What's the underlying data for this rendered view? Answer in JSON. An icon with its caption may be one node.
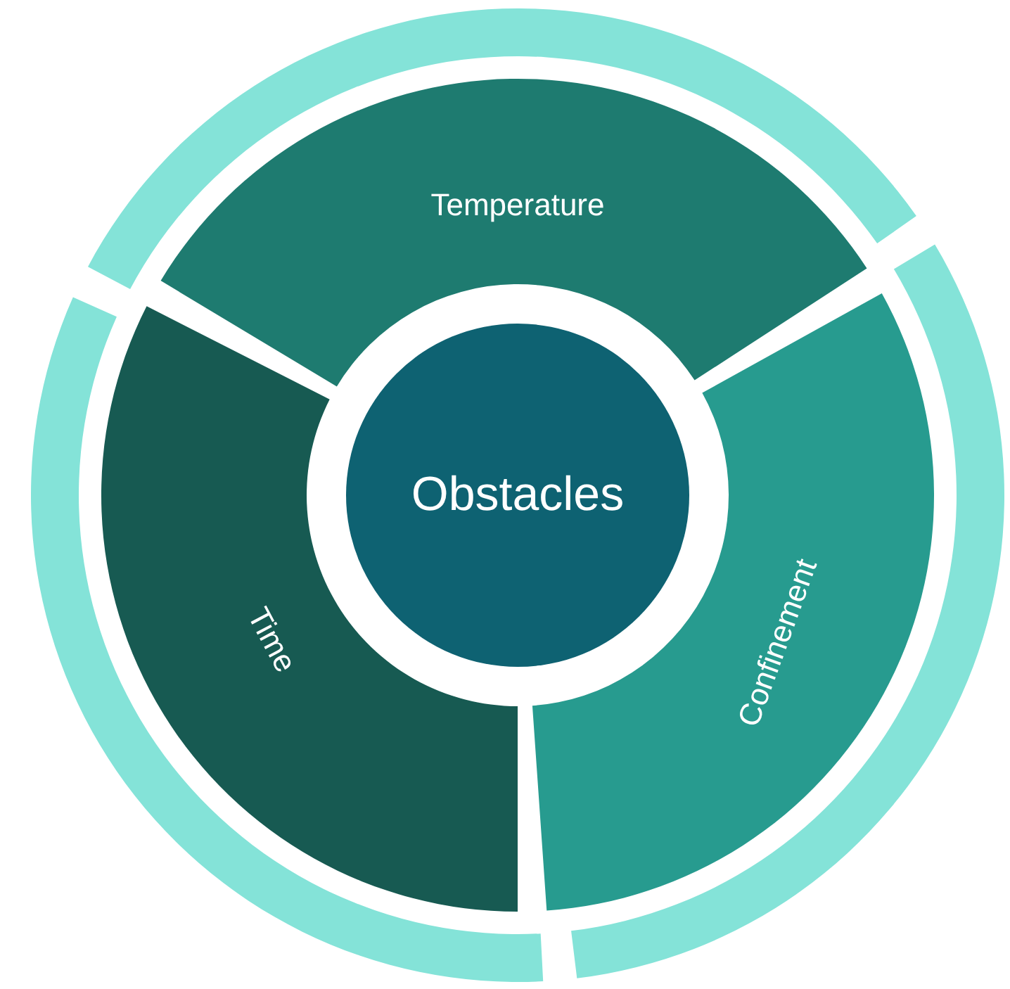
{
  "diagram": {
    "nodes": [
      {
        "text": [
          "Obstacles"
        ]
      },
      {
        "text": [
          "Temperature"
        ]
      },
      {
        "text": [
          "Confinement"
        ]
      },
      {
        "text": [
          "Time"
        ]
      }
    ]
  }
}
